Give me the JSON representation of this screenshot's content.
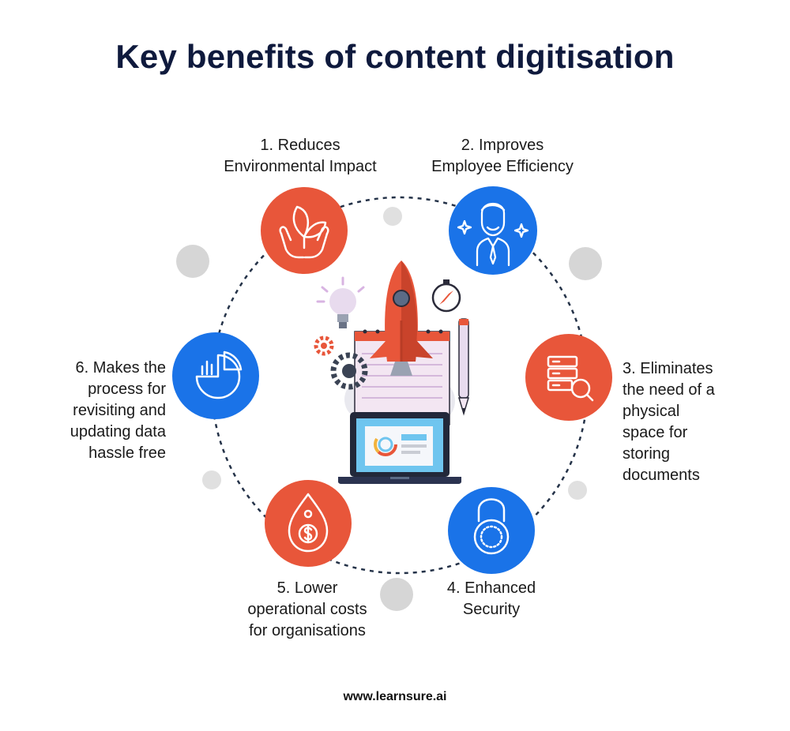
{
  "title": "Key benefits of content digitisation",
  "benefits": [
    {
      "lines": [
        "1. Reduces",
        "Environmental Impact"
      ],
      "icon": "leaf-hands-icon",
      "color": "#e8563a"
    },
    {
      "lines": [
        "2. Improves",
        "Employee Efficiency"
      ],
      "icon": "employee-icon",
      "color": "#1a73e8"
    },
    {
      "lines": [
        "3. Eliminates",
        "the need of a",
        "physical",
        "space for",
        "storing",
        "documents"
      ],
      "icon": "server-search-icon",
      "color": "#e8563a"
    },
    {
      "lines": [
        "4. Enhanced",
        "Security"
      ],
      "icon": "padlock-icon",
      "color": "#1a73e8"
    },
    {
      "lines": [
        "5. Lower",
        "operational costs",
        "for organisations"
      ],
      "icon": "money-drop-icon",
      "color": "#e8563a"
    },
    {
      "lines": [
        "6. Makes the",
        "process for",
        "revisiting and",
        "updating data",
        "hassle free"
      ],
      "icon": "pie-chart-icon",
      "color": "#1a73e8"
    }
  ],
  "footer": "www.learnsure.ai"
}
